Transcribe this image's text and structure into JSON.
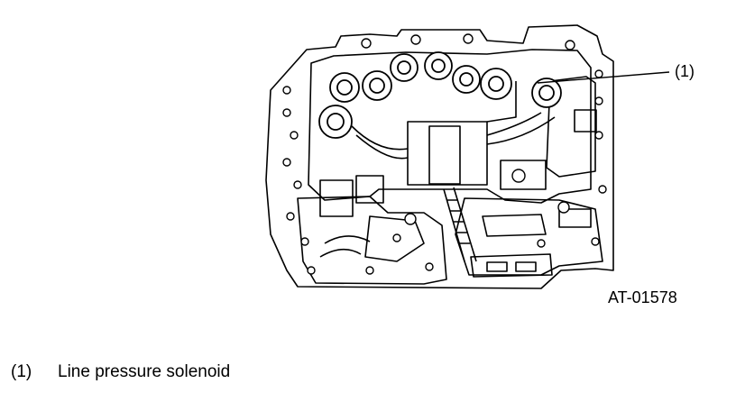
{
  "figure": {
    "callout": "(1)",
    "code": "AT-01578"
  },
  "legend": [
    {
      "number": "(1)",
      "text": "Line pressure solenoid"
    }
  ]
}
